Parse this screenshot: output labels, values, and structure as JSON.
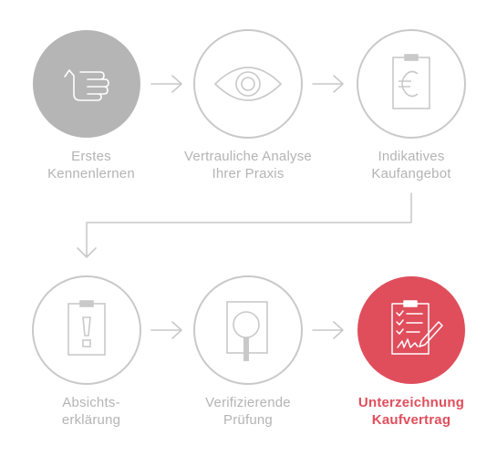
{
  "colors": {
    "stroke": "#c9c9c9",
    "filled": "#b5b5b5",
    "accent": "#e04e5c",
    "label": "#b4b4b4"
  },
  "steps": [
    {
      "icon": "hand-icon",
      "state": "done",
      "lines": [
        "Erstes",
        "Kennenlernen"
      ]
    },
    {
      "icon": "eye-icon",
      "state": "pending",
      "lines": [
        "Vertrauliche Analyse",
        "Ihrer Praxis"
      ]
    },
    {
      "icon": "euro-clipboard-icon",
      "state": "pending",
      "lines": [
        "Indikatives",
        "Kaufangebot"
      ]
    },
    {
      "icon": "exclamation-clipboard-icon",
      "state": "pending",
      "lines": [
        "Absichts-",
        "erklärung"
      ]
    },
    {
      "icon": "magnifier-document-icon",
      "state": "pending",
      "lines": [
        "Verifizierende",
        "Prüfung"
      ]
    },
    {
      "icon": "signed-checklist-icon",
      "state": "active",
      "lines": [
        "Unterzeichnung",
        "Kaufvertrag"
      ]
    }
  ]
}
